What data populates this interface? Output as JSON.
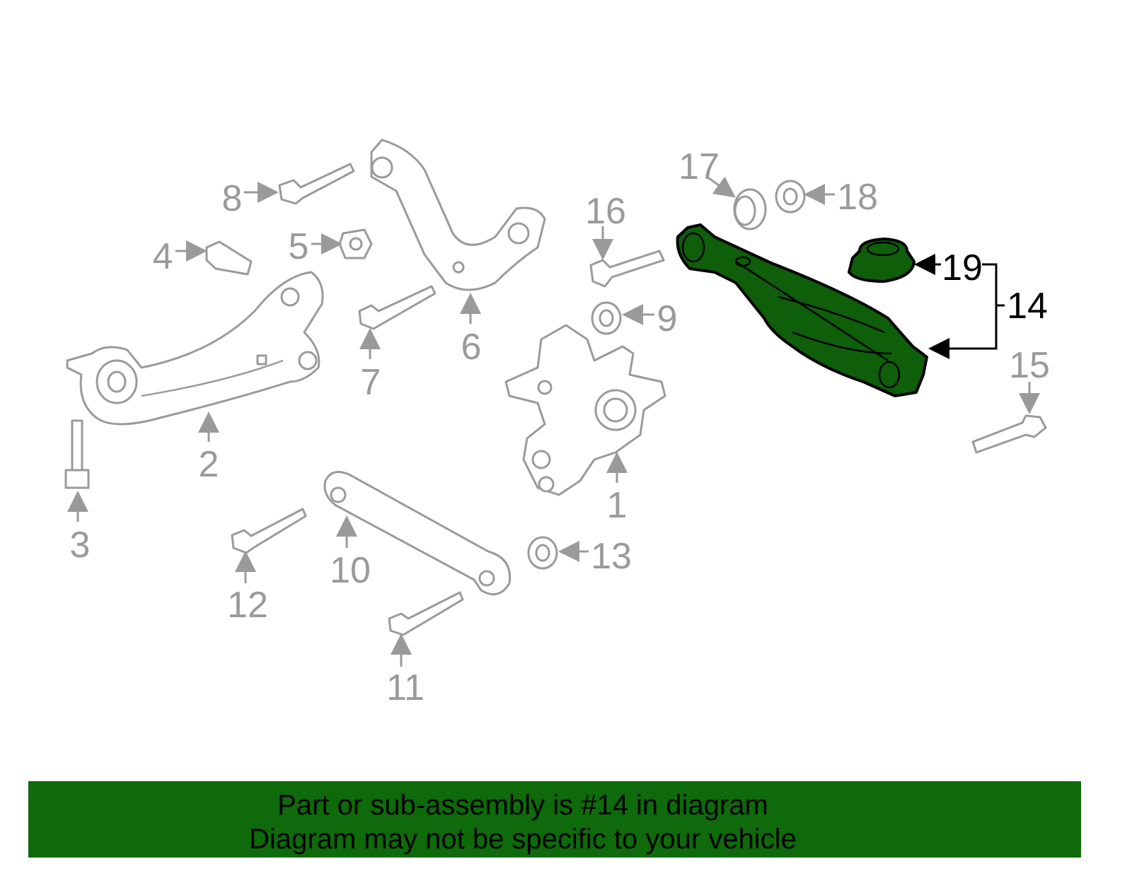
{
  "diagram": {
    "highlight_color": "#0f5e0a",
    "callouts": {
      "c1": "1",
      "c2": "2",
      "c3": "3",
      "c4": "4",
      "c5": "5",
      "c6": "6",
      "c7": "7",
      "c8": "8",
      "c9": "9",
      "c10": "10",
      "c11": "11",
      "c12": "12",
      "c13": "13",
      "c14": "14",
      "c15": "15",
      "c16": "16",
      "c17": "17",
      "c18": "18",
      "c19": "19"
    },
    "highlighted_callouts": [
      "14",
      "19"
    ]
  },
  "banner": {
    "color": "#0e6a0a",
    "line1": "Part or sub-assembly is #14 in diagram",
    "line2": "Diagram may not be specific to your vehicle"
  }
}
